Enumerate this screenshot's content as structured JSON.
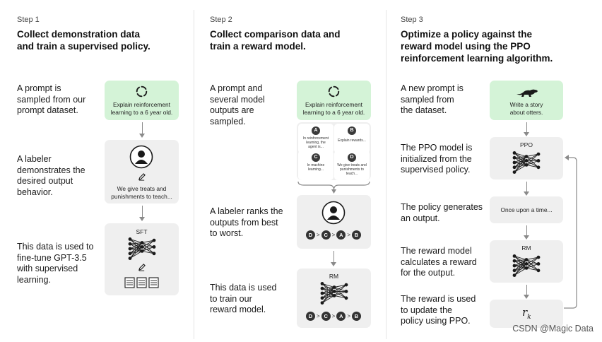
{
  "steps": [
    {
      "label": "Step 1",
      "title_line1": "Collect demonstration data",
      "title_line2": "and train a supervised policy.",
      "desc1": [
        "A prompt is",
        "sampled from our",
        "prompt dataset."
      ],
      "prompt_text": [
        "Explain reinforcement",
        "learning to a 6 year old."
      ],
      "desc2": [
        "A labeler",
        "demonstrates the",
        "desired output",
        "behavior."
      ],
      "demo_text": [
        "We give treats and",
        "punishments to teach..."
      ],
      "desc3": [
        "This data is used to",
        "fine-tune GPT-3.5",
        "with supervised",
        "learning."
      ],
      "model_label": "SFT"
    },
    {
      "label": "Step 2",
      "title_line1": "Collect comparison data and",
      "title_line2": "train a reward model.",
      "desc1": [
        "A prompt and",
        "several model",
        "outputs are",
        "sampled."
      ],
      "prompt_text": [
        "Explain reinforcement",
        "learning to a 6 year old."
      ],
      "outputs": [
        {
          "letter": "A",
          "text": [
            "In reinforcement",
            "learning, the",
            "agent is..."
          ]
        },
        {
          "letter": "B",
          "text": [
            "Explain rewards..."
          ]
        },
        {
          "letter": "C",
          "text": [
            "In machine",
            "learning..."
          ]
        },
        {
          "letter": "D",
          "text": [
            "We give treats and",
            "punishments to",
            "teach..."
          ]
        }
      ],
      "desc2": [
        "A labeler ranks the",
        "outputs from best",
        "to worst."
      ],
      "ranking": [
        "D",
        "C",
        "A",
        "B"
      ],
      "ranking_sep": ">",
      "desc3": [
        "This data is used",
        "to train our",
        "reward model."
      ],
      "model_label": "RM"
    },
    {
      "label": "Step 3",
      "title_line1": "Optimize a policy against the",
      "title_line2": "reward model using the PPO",
      "title_line3": "reinforcement learning algorithm.",
      "desc1": [
        "A new prompt is",
        "sampled from",
        "the dataset."
      ],
      "prompt_text": [
        "Write a story",
        "about otters."
      ],
      "desc2": [
        "The PPO model is",
        "initialized from the",
        "supervised policy."
      ],
      "ppo_label": "PPO",
      "desc3": [
        "The policy generates",
        "an output."
      ],
      "output_text": "Once upon a time...",
      "desc4": [
        "The reward model",
        "calculates a reward",
        "for the output."
      ],
      "rm_label": "RM",
      "desc5": [
        "The reward is used",
        "to update the",
        "policy using PPO."
      ],
      "reward_symbol": "r",
      "reward_subscript": "k"
    }
  ],
  "watermark": "CSDN @Magic Data",
  "colors": {
    "prompt_box": "#d4f3d7",
    "gray_box": "#efefef",
    "arrow": "#8a8a8a",
    "divider": "#e4e4e4"
  },
  "icons": [
    "refresh-icon",
    "person-icon",
    "pencil-icon",
    "neural-network-icon",
    "document-icon",
    "otter-icon"
  ]
}
